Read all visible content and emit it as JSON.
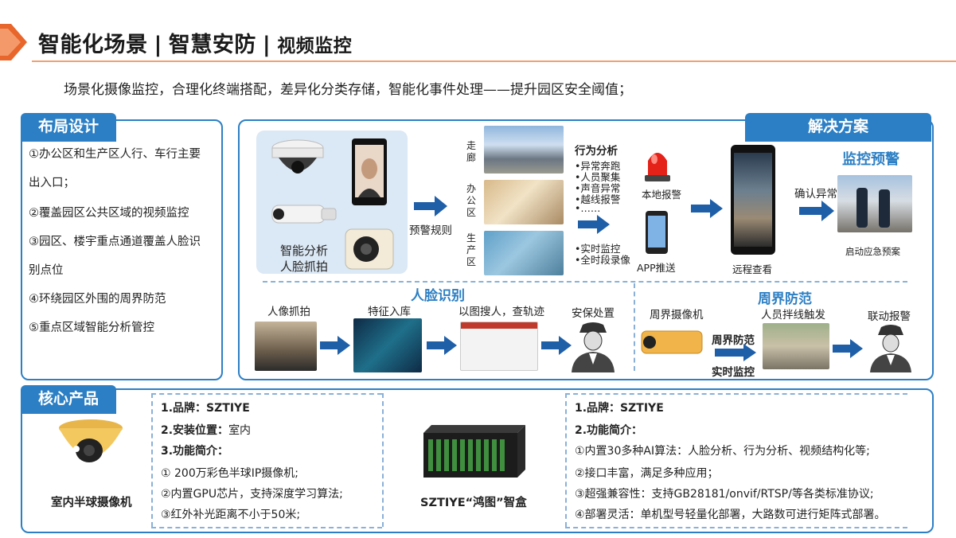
{
  "header": {
    "title_a": "智能化场景",
    "title_b": "智慧安防",
    "title_c": "视频监控",
    "separator": "|"
  },
  "subtitle": "场景化摄像监控，合理化终端搭配，差异化分类存储，智能化事件处理——提升园区安全阈值；",
  "layout_design": {
    "tag": "布局设计",
    "items": [
      "①办公区和生产区人行、车行主要",
      "出入口；",
      "②覆盖园区公共区域的视频监控",
      "③园区、楼宇重点通道覆盖人脸识",
      "别点位",
      "④环绕园区外围的周界防范",
      "⑤重点区域智能分析管控"
    ]
  },
  "solution": {
    "tag": "解决方案",
    "monitor_header": "监控预警",
    "analysis_label_1": "智能分析",
    "analysis_label_2": "人脸抓拍",
    "warning_rule": "预警规则",
    "areas": [
      "走廊",
      "办公区",
      "生产区"
    ],
    "behavior_title": "行为分析",
    "behavior_items": [
      "•异常奔跑",
      "•人员聚集",
      "•声音异常",
      "•越线报警",
      "•……"
    ],
    "live_items": [
      "•实时监控",
      "•全时段录像"
    ],
    "local_alarm": "本地报警",
    "app_push": "APP推送",
    "remote_view": "远程查看",
    "confirm_abnormal": "确认异常",
    "start_plan": "启动应急预案",
    "face": {
      "header": "人脸识别",
      "steps": [
        "人像抓拍",
        "特征入库",
        "以图搜人，查轨迹",
        "安保处置"
      ]
    },
    "perimeter": {
      "header": "周界防范",
      "steps": [
        "周界摄像机",
        "人员拌线触发",
        "联动报警"
      ],
      "arrow_top": "周界防范",
      "arrow_bottom": "实时监控"
    }
  },
  "core_products": {
    "tag": "核心产品",
    "camera_name": "室内半球摄像机",
    "box_name": "SZTIYE“鸿图”智盒",
    "left_specs": [
      "1.品牌：SZTIYE",
      "2.安装位置：",
      "室内",
      "3.功能简介：",
      "① 200万彩色半球IP摄像机;",
      "②内置GPU芯片，支持深度学习算法;",
      "③红外补光距离不小于50米;"
    ],
    "right_specs": [
      "1.品牌：SZTIYE",
      "2.功能简介：",
      "①内置30多种AI算法：人脸分析、行为分析、视频结构化等;",
      "②接口丰富，满足多种应用；",
      "③超强兼容性：支持GB28181/onvif/RTSP/等各类标准协议;",
      "④部署灵活：单机型号轻量化部署，大路数可进行矩阵式部署。"
    ]
  },
  "colors": {
    "accent_blue": "#2c7fc4",
    "accent_orange": "#e8652b"
  }
}
